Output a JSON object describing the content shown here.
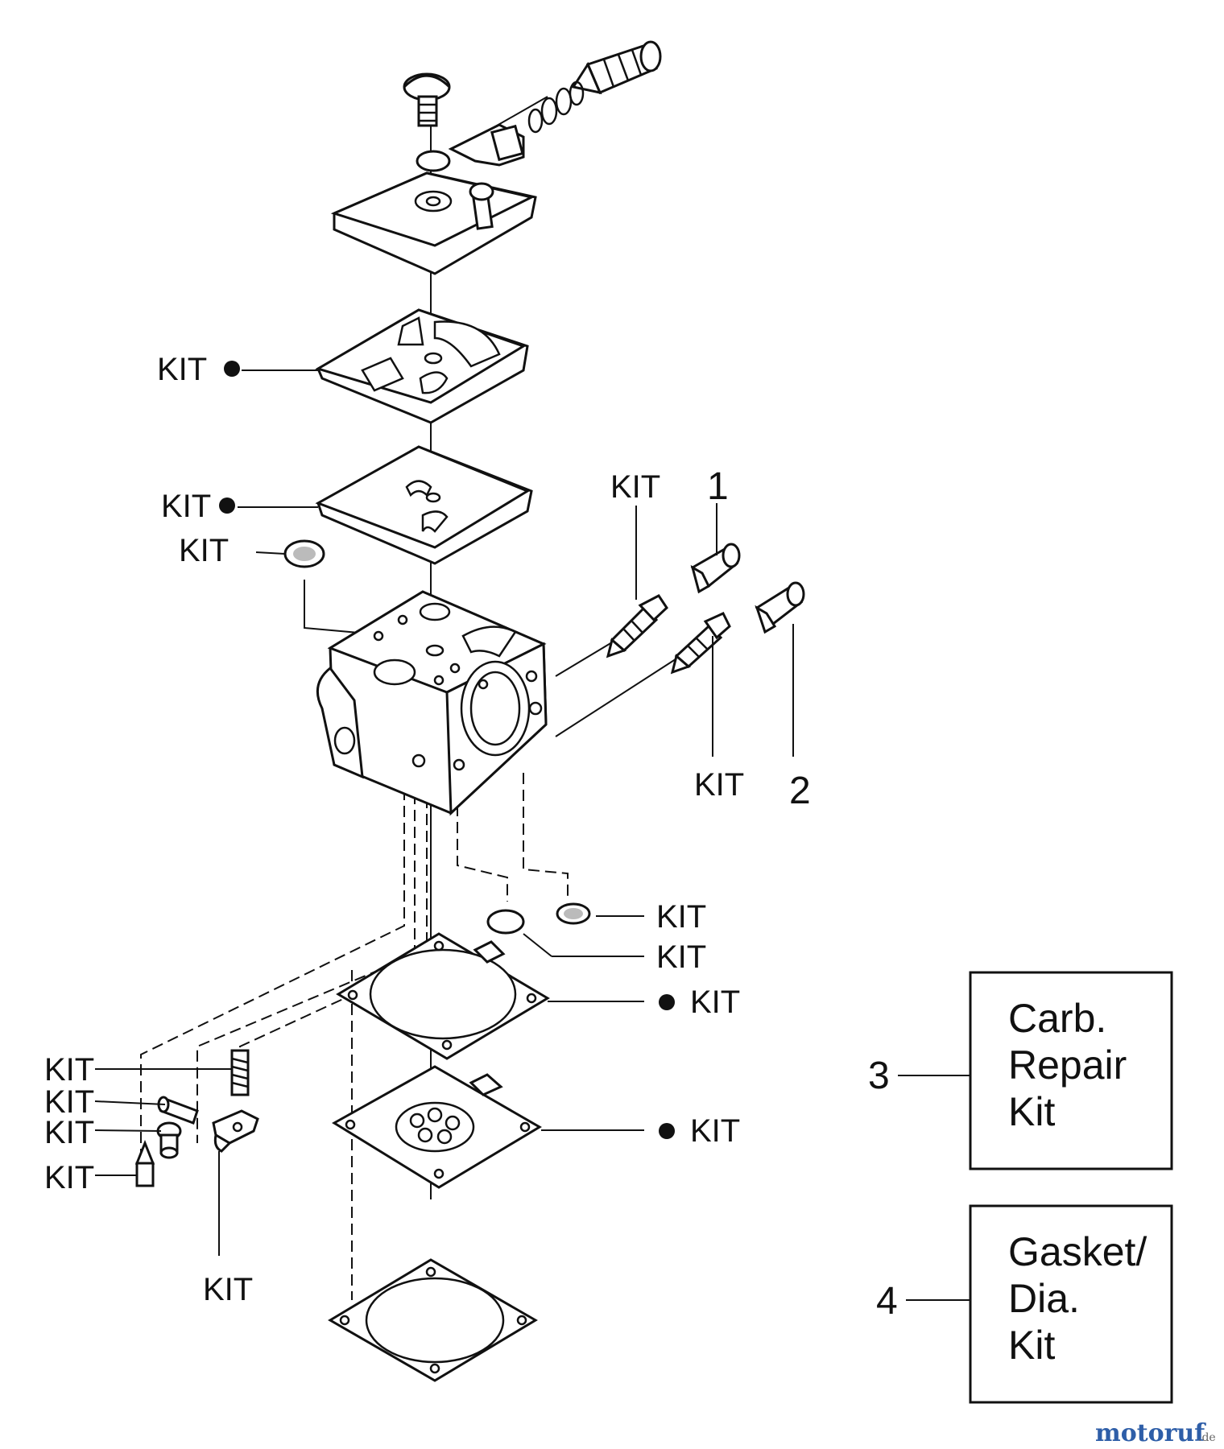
{
  "callouts": {
    "kit_label": "KIT",
    "kit_dot_label": "KIT●",
    "part_1": "1",
    "part_2": "2",
    "part_3": "3",
    "part_4": "4"
  },
  "kits": {
    "carb_repair": {
      "line1": "Carb.",
      "line2": "Repair",
      "line3": "Kit"
    },
    "gasket_dia": {
      "line1": "Gasket/",
      "line2": "Dia.",
      "line3": "Kit"
    }
  },
  "watermark": {
    "brand": "motoruf",
    "tld": ".de"
  },
  "colors": {
    "line": "#111111",
    "background": "#ffffff"
  }
}
